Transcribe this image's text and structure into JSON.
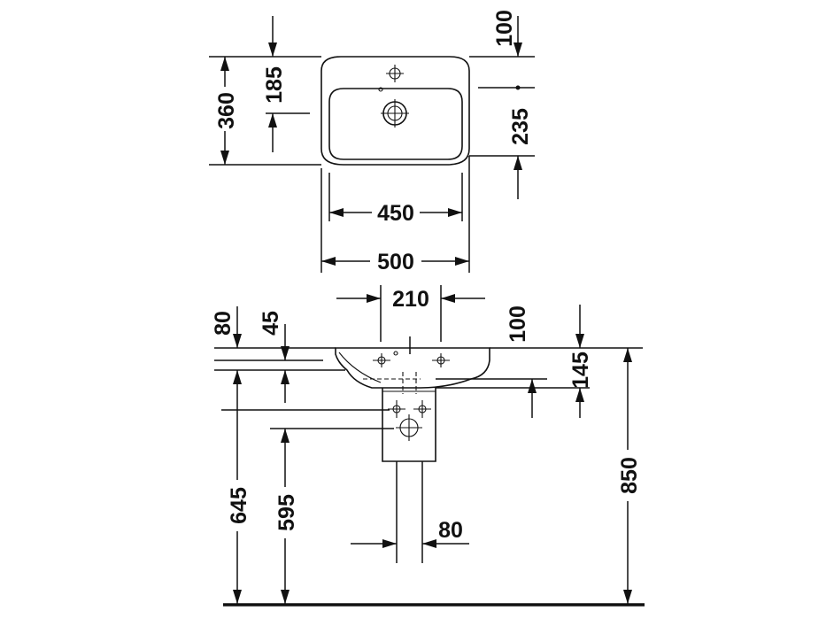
{
  "dimensions": {
    "top_view": {
      "depth_total": "360",
      "tap_hole_to_waste": "185",
      "tap_hole_offset": "100",
      "waste_to_front": "235",
      "bowl_width": "450",
      "overall_width": "500"
    },
    "front_view": {
      "tap_spacing": "210",
      "rim_thickness": "80",
      "rim_to_outlet": "45",
      "tap_hole_offset": "100",
      "rim_to_waste": "145",
      "floor_to_outlet": "645",
      "floor_to_waste": "595",
      "pipe_width": "80",
      "overall_height": "850"
    }
  }
}
